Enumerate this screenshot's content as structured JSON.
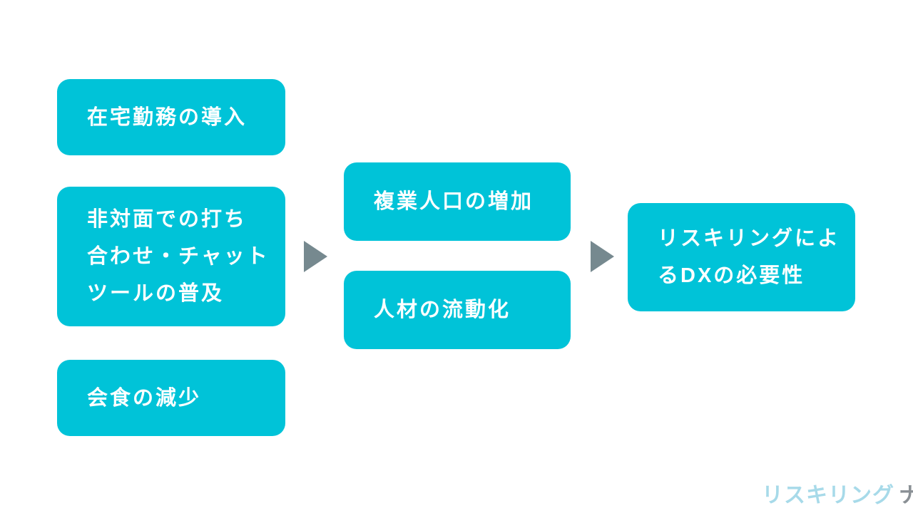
{
  "colors": {
    "box_fill": "#00C3D8",
    "box_text": "#FFFFFF",
    "arrow": "#76898F",
    "logo_main": "#A7DAE9",
    "logo_sub": "#8A9095",
    "background": "#FFFFFF"
  },
  "diagram": {
    "left_column": [
      {
        "label": "在宅勤務の導入"
      },
      {
        "label": "非対面での打ち\n合わせ・チャット\nツールの普及"
      },
      {
        "label": "会食の減少"
      }
    ],
    "middle_column": [
      {
        "label": "複業人口の増加"
      },
      {
        "label": "人材の流動化"
      }
    ],
    "right_column": [
      {
        "label": "リスキリングによ\nるDXの必要性"
      }
    ],
    "arrows": [
      {
        "name": "left-to-middle",
        "direction": "right"
      },
      {
        "name": "middle-to-right",
        "direction": "right"
      }
    ]
  },
  "logo": {
    "part_main": "リスキリング",
    "part_sub": "ナビ"
  }
}
